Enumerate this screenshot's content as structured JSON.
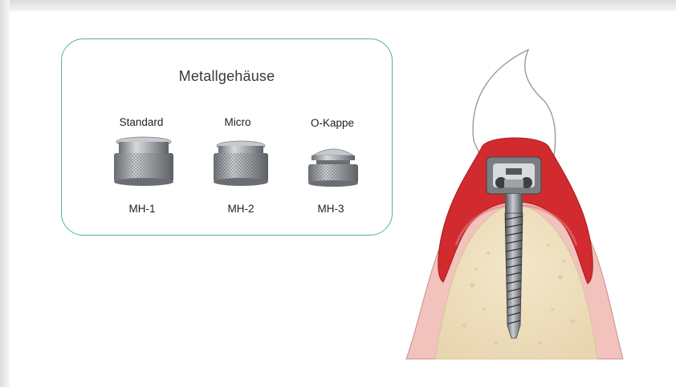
{
  "panel": {
    "title": "Metallgehäuse",
    "items": [
      {
        "name": "Standard",
        "code": "MH-1"
      },
      {
        "name": "Micro",
        "code": "MH-2"
      },
      {
        "name": "O-Kappe",
        "code": "MH-3"
      }
    ]
  },
  "colors": {
    "panel_border": "#4fb3a8",
    "gingiva_red": "#d22b2f",
    "gum_pink": "#f0b9b4",
    "bone": "#efe0c2",
    "metal": "#9ea3a8"
  }
}
